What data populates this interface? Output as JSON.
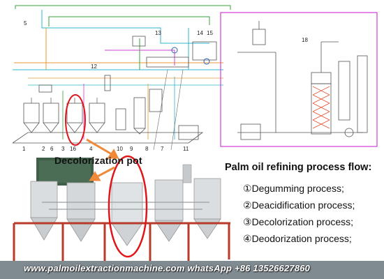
{
  "diagram": {
    "equipment_numbers": [
      "1",
      "2",
      "3",
      "4",
      "5",
      "6",
      "7",
      "8",
      "9",
      "10",
      "11",
      "12",
      "13",
      "14",
      "15",
      "16",
      "18"
    ],
    "decolorization_label": "Decolorization pot",
    "flow_title": "Palm oil refining process flow:",
    "steps": [
      {
        "marker": "①",
        "text": "Degumming  process;"
      },
      {
        "marker": "②",
        "text": "Deacidification process;"
      },
      {
        "marker": "③",
        "text": "Decolorization process;"
      },
      {
        "marker": "④",
        "text": "Deodorization process;"
      }
    ],
    "footer": "www.palmoilextractionmachine.com   whatsApp +86 13526627860",
    "colors": {
      "highlight_red": "#e0161b",
      "arrow_orange": "#ef8a3a",
      "pipe_cyan": "#2bb5c8",
      "pipe_green": "#37a33a",
      "pipe_magenta": "#d23dd6",
      "pipe_orange": "#e79a35",
      "frame_red": "#b83a2a"
    }
  }
}
